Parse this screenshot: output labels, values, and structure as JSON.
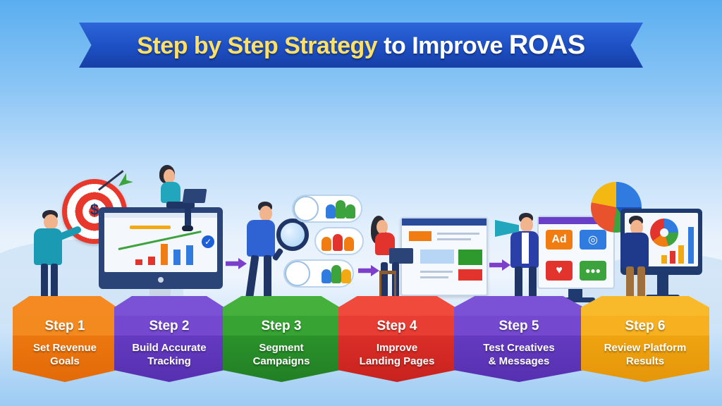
{
  "title": {
    "part1": "Step by Step Strategy",
    "part2": "to Improve",
    "part3": "ROAS"
  },
  "colors": {
    "banner": "#1d4fc3",
    "title_highlight": "#ffe066",
    "step1": "#f07c12",
    "step2": "#6a3fc7",
    "step3": "#2e9a2e",
    "step4": "#e2332c",
    "step5": "#6a3fc7",
    "step6": "#f3a912",
    "arrow": "#7b3fc9"
  },
  "steps": [
    {
      "number": "Step 1",
      "line1": "Set Revenue",
      "line2": "Goals",
      "icon": "target-icon"
    },
    {
      "number": "Step 2",
      "line1": "Build Accurate",
      "line2": "Tracking",
      "icon": "analytics-monitor-icon"
    },
    {
      "number": "Step 3",
      "line1": "Segment",
      "line2": "Campaigns",
      "icon": "magnifier-audience-icon"
    },
    {
      "number": "Step 4",
      "line1": "Improve",
      "line2": "Landing Pages",
      "icon": "landing-page-icon"
    },
    {
      "number": "Step 5",
      "line1": "Test Creatives",
      "line2": "& Messages",
      "icon": "megaphone-ads-icon"
    },
    {
      "number": "Step 6",
      "line1": "Review Platform",
      "line2": "Results",
      "icon": "pie-chart-dashboard-icon"
    }
  ],
  "illustration": {
    "ad_tile_label": "Ad",
    "target_symbol": "$"
  }
}
